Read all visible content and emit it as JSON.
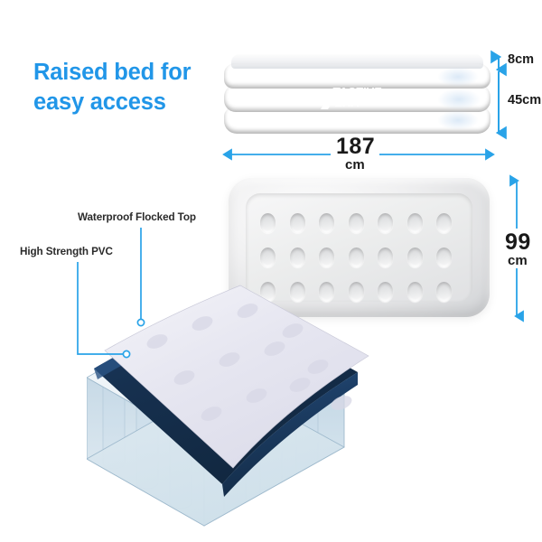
{
  "headline": {
    "line1": "Raised bed for",
    "line2": "easy access",
    "color": "#2196e8"
  },
  "brand": {
    "logo_top": "ACTIVE",
    "logo_bottom": "ERA"
  },
  "dimensions": {
    "top_thickness": "8cm",
    "body_height": "45cm",
    "length_value": "187",
    "length_unit": "cm",
    "width_value": "99",
    "width_unit": "cm"
  },
  "callouts": {
    "flocked_top": "Waterproof Flocked Top",
    "pvc": "High Strength PVC"
  },
  "colors": {
    "accent_blue": "#2196e8",
    "arrow_blue": "#29a3e8",
    "navy_dark": "#16304f",
    "navy_mid": "#24466d",
    "mattress_gray": "#e8e9ea",
    "translucent_blue": "#cfe0ea",
    "text_dark": "#1a1a1a"
  }
}
